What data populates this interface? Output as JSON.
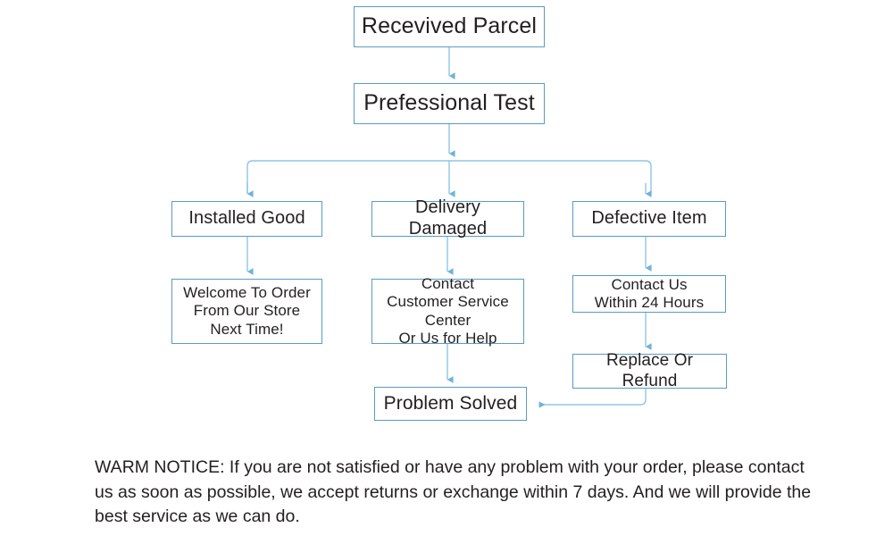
{
  "diagram": {
    "accent_color": "#5b9bc4",
    "connector_color": "#6fb3d9",
    "text_color": "#231f20",
    "background": "#ffffff",
    "nodes": [
      {
        "id": "received",
        "label": "Recevived Parcel"
      },
      {
        "id": "test",
        "label": "Prefessional Test"
      },
      {
        "id": "installed",
        "label": "Installed Good"
      },
      {
        "id": "delivery",
        "label": "Delivery Damaged"
      },
      {
        "id": "defective",
        "label": "Defective Item"
      },
      {
        "id": "welcome",
        "label": "Welcome To Order\nFrom Our Store\nNext Time!"
      },
      {
        "id": "contact_center",
        "label": "Contact\nCustomer Service Center\nOr Us for Help"
      },
      {
        "id": "contact_24",
        "label": "Contact Us\nWithin 24 Hours"
      },
      {
        "id": "replace",
        "label": "Replace Or Refund"
      },
      {
        "id": "solved",
        "label": "Problem Solved"
      }
    ]
  },
  "notice": {
    "text": "WARM NOTICE: If you are not satisfied or have any problem with your order, please contact us as soon as possible, we accept returns or exchange  within 7 days. And we will provide the best service as we can do."
  }
}
